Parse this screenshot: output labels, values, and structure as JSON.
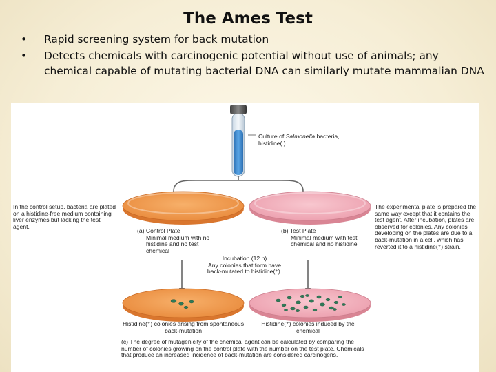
{
  "slide": {
    "title": "The Ames Test",
    "bullets": [
      "Rapid screening system for back mutation",
      "Detects chemicals with carcinogenic potential without use of animals; any chemical capable of mutating bacterial DNA can similarly mutate mammalian DNA"
    ]
  },
  "figure": {
    "culture_label_prefix": "Culture of ",
    "culture_label_italic": "Salmonella",
    "culture_label_suffix": " bacteria,",
    "culture_label_line2": "histidine( )",
    "left_note": "In the control setup, bacteria are plated on a histidine-free medium containing liver enzymes but lacking the test agent.",
    "right_note": "The experimental plate is prepared the same way except that it contains the test agent. After incubation, plates are observed for colonies. Any colonies developing on the plates are due to a back-mutation in a cell, which has reverted it to a histidine(⁺) strain.",
    "control_plate_title": "(a) Control Plate",
    "control_plate_desc": "Minimal medium with no histidine and no test chemical",
    "test_plate_title": "(b) Test Plate",
    "test_plate_desc": "Minimal medium with test chemical and no histidine",
    "incubation_line1": "Incubation (12 h)",
    "incubation_line2": "Any colonies that form have",
    "incubation_line3": "back-mutated to histidine(⁺).",
    "control_result": "Histidine(⁺) colonies arising from spontaneous back-mutation",
    "test_result": "Histidine(⁺) colonies induced by the chemical",
    "conclusion": "(c)  The degree of mutagenicity of the chemical agent can be calculated by comparing the number of colonies growing on the control plate with the number on the test plate. Chemicals that produce an increased incidence of back-mutation are considered carcinogens.",
    "colors": {
      "control_agar": "#f2a25a",
      "test_agar": "#f3b4c0",
      "tube_liquid": "#3f8fd6",
      "colony": "#2f7a58"
    }
  }
}
